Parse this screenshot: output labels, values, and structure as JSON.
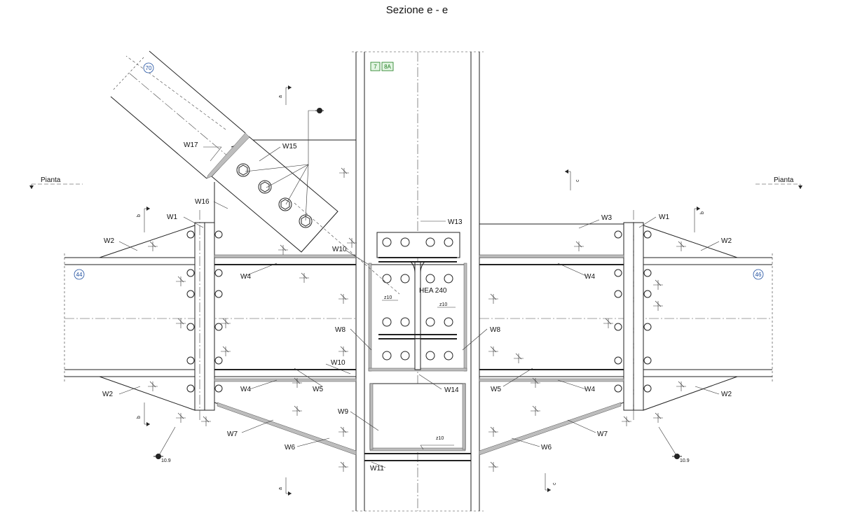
{
  "title": "Sezione e - e",
  "section_marks": {
    "pianta_left": "Pianta",
    "pianta_right": "Pianta",
    "a_top": "a",
    "a_bottom": "a",
    "b_top_left": "b",
    "b_bottom_left": "b",
    "b_top_right": "b",
    "c_top": "c",
    "c_bottom": "c"
  },
  "member_tags": {
    "left_beam": "44",
    "right_beam": "46",
    "diagonal": "70"
  },
  "column_tags": [
    "7",
    "8A"
  ],
  "profile": "HEA 240",
  "bolt_grade_left": "10.9",
  "bolt_grade_right": "10.9",
  "weld_notes": {
    "a": "z10",
    "b": "z10",
    "c": "z10"
  },
  "weld_labels": {
    "W1_left": "W1",
    "W1_right": "W1",
    "W2_tl": "W2",
    "W2_bl": "W2",
    "W2_tr": "W2",
    "W2_br": "W2",
    "W3": "W3",
    "W4_l1": "W4",
    "W4_l2": "W4",
    "W4_r1": "W4",
    "W4_r2": "W4",
    "W5_l": "W5",
    "W5_r": "W5",
    "W6_l": "W6",
    "W6_r": "W6",
    "W7_l": "W7",
    "W7_r": "W7",
    "W8_l": "W8",
    "W8_r": "W8",
    "W9": "W9",
    "W10_t": "W10",
    "W10_b": "W10",
    "W11": "W11",
    "W13": "W13",
    "W14": "W14",
    "W15": "W15",
    "W16": "W16",
    "W17": "W17"
  },
  "colors": {
    "tag_green": "#1a7a1a",
    "bubble_blue": "#1f4fa0",
    "line": "#222222",
    "weld": "#bdbdbd"
  }
}
